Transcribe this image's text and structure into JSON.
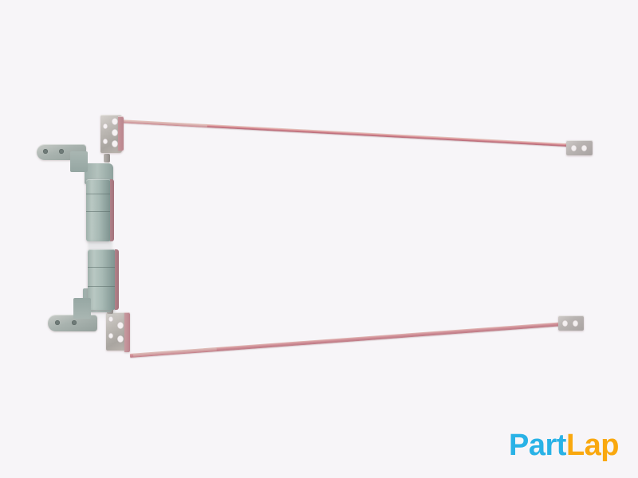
{
  "image": {
    "subject": "laptop lcd screen hinge set",
    "background_color": "#f7f5f8"
  },
  "watermark": {
    "name": "partlap-watermark",
    "text_primary": "Part",
    "text_secondary": "Lap",
    "color_primary": "#29b2e6",
    "color_secondary": "#f9a80f"
  },
  "product": {
    "assemblies": [
      {
        "name": "upper-hinge-assembly",
        "parts": {
          "rail": "support rail bar",
          "end_bracket": "rail end mounting bracket",
          "mount_plate": "hinge mounting plate",
          "barrel": "hinge barrel body",
          "side_arm": "side mounting arm"
        }
      },
      {
        "name": "lower-hinge-assembly",
        "parts": {
          "rail": "support rail bar",
          "end_bracket": "rail end mounting bracket",
          "mount_plate": "hinge mounting plate",
          "barrel": "hinge barrel body",
          "side_arm": "side mounting arm"
        }
      }
    ],
    "colors": {
      "rail": "#c9858f",
      "bracket": "#b9b4b2",
      "barrel": "#a8bab5"
    }
  }
}
